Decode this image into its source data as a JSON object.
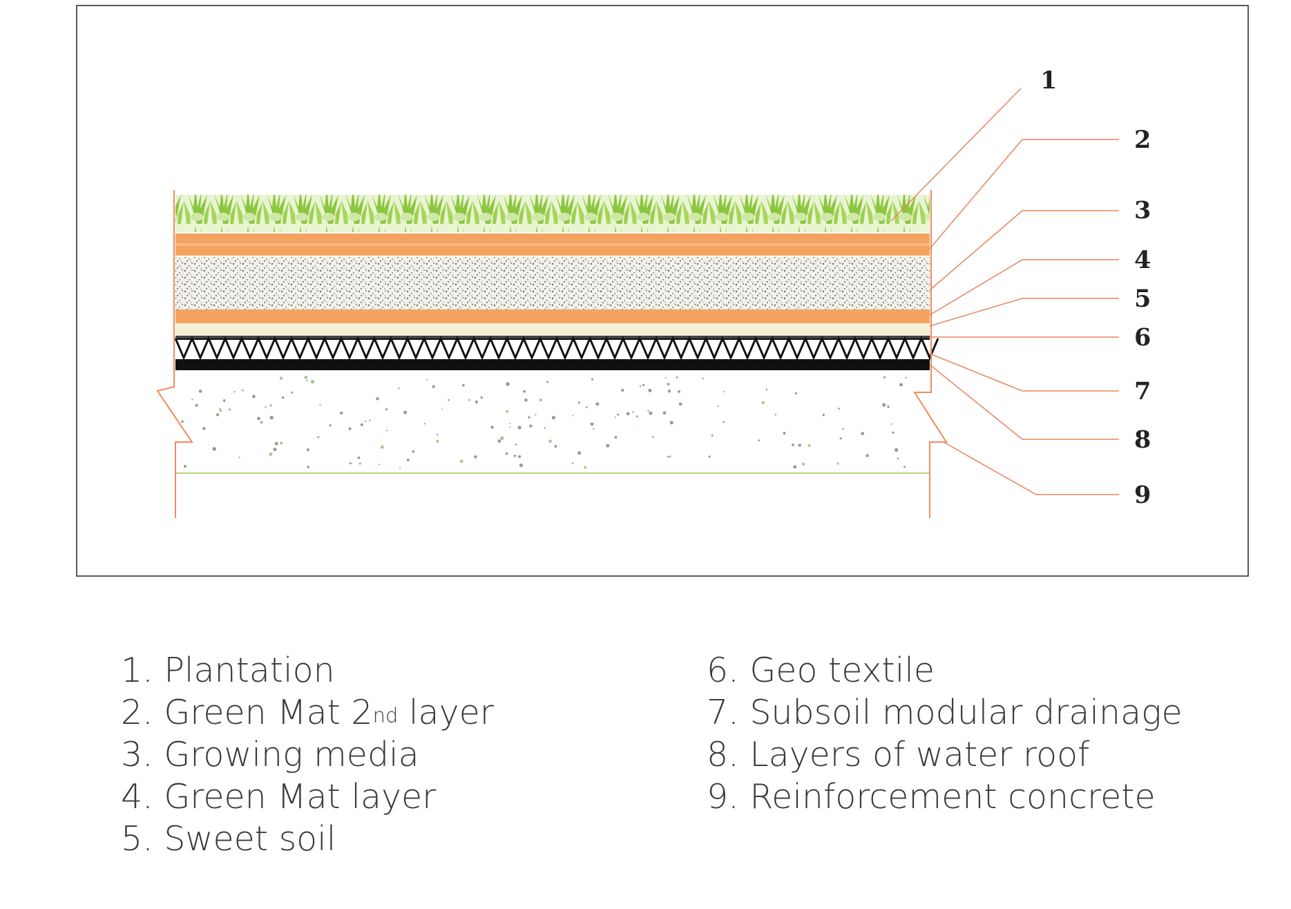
{
  "callouts": [
    "1",
    "2",
    "3",
    "4",
    "5",
    "6",
    "7",
    "8",
    "9"
  ],
  "legend": {
    "left": [
      {
        "text": "1. Plantation"
      },
      {
        "text": "2. Green Mat 2",
        "sup": "nd",
        "after": " layer"
      },
      {
        "text": "3. Growing media"
      },
      {
        "text": "4. Green Mat layer"
      },
      {
        "text": "5. Sweet soil"
      }
    ],
    "right": [
      {
        "text": "6. Geo textile"
      },
      {
        "text": "7. Subsoil modular drainage"
      },
      {
        "text": "8. Layers of water roof"
      },
      {
        "text": "9. Reinforcement concrete"
      }
    ]
  },
  "colors": {
    "plantation": "#8cc63f",
    "green_mat": "#f4a460",
    "growing_media_dots": "#555555",
    "drainage_black": "#111111",
    "leader_lines": "#e8845c",
    "edge_lines": "#f08a5d",
    "rebar_line": "#b5d67a"
  }
}
